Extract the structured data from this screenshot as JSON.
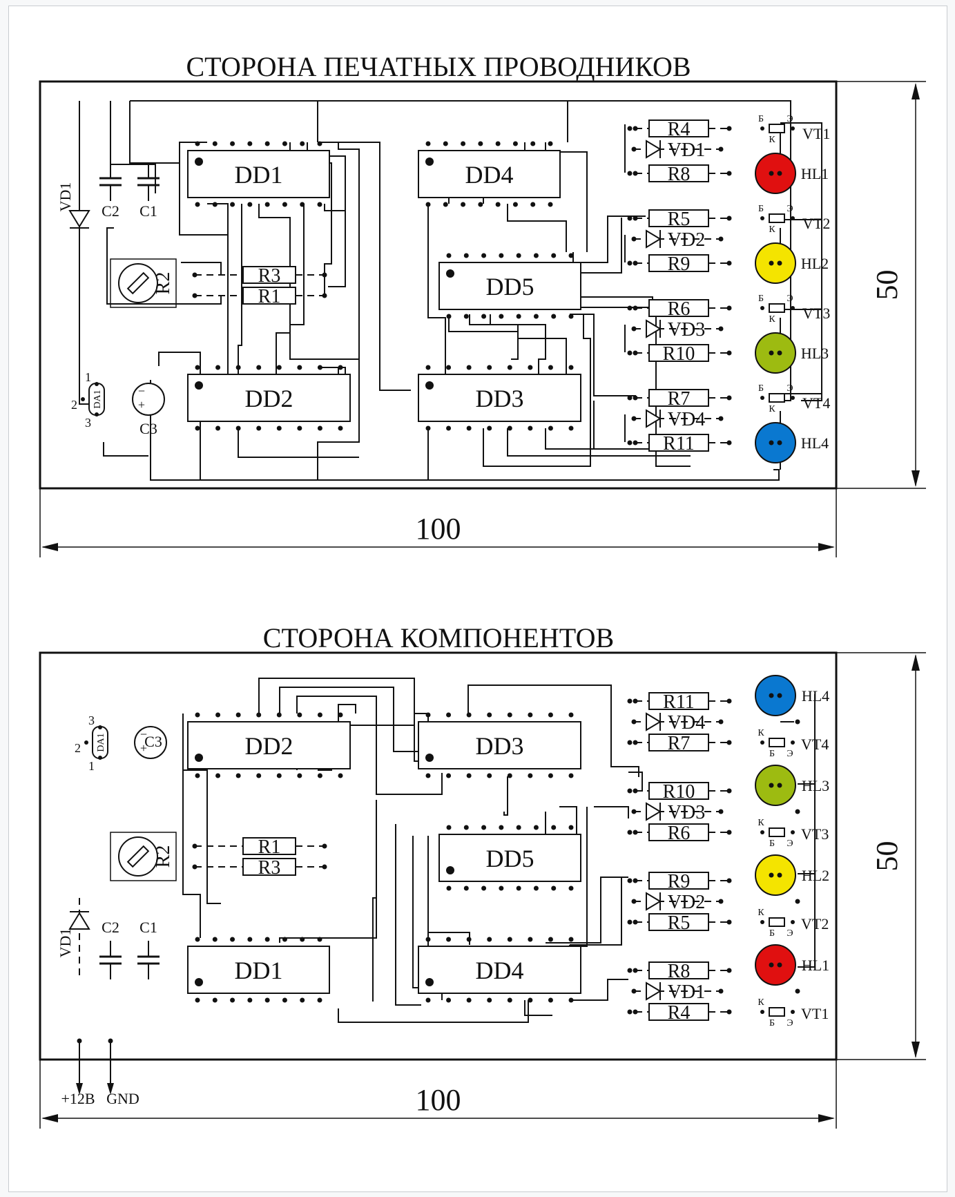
{
  "panels": [
    {
      "id": "top",
      "title": "СТОРОНА ПЕЧАТНЫХ ПРОВОДНИКОВ",
      "width_label": "100",
      "height_label": "50",
      "chips": [
        "DD1",
        "DD4",
        "DD5",
        "DD2",
        "DD3"
      ],
      "resistors_left": [
        "R3",
        "R1"
      ],
      "trimmer": "R2",
      "capacitors": [
        "C2",
        "C1",
        "C3"
      ],
      "diode_left": "VD1",
      "regulator": "DA1",
      "regulator_pins": [
        "1",
        "2",
        "3"
      ],
      "channels": [
        {
          "r_base": "R4",
          "diode": "VD1",
          "r_led": "R8",
          "transistor": "VT1",
          "led": "HL1",
          "color": "#e01010"
        },
        {
          "r_base": "R5",
          "diode": "VD2",
          "r_led": "R9",
          "transistor": "VT2",
          "led": "HL2",
          "color": "#f4e400"
        },
        {
          "r_base": "R6",
          "diode": "VD3",
          "r_led": "R10",
          "transistor": "VT3",
          "led": "HL3",
          "color": "#9dbb11"
        },
        {
          "r_base": "R7",
          "diode": "VD4",
          "r_led": "R11",
          "transistor": "VT4",
          "led": "HL4",
          "color": "#0a78d0"
        }
      ],
      "pin_letters": {
        "base": "Б",
        "collector": "К",
        "emitter": "Э"
      }
    },
    {
      "id": "bottom",
      "title": "СТОРОНА КОМПОНЕНТОВ",
      "width_label": "100",
      "height_label": "50",
      "chips": [
        "DD2",
        "DD3",
        "DD5",
        "DD1",
        "DD4"
      ],
      "resistors_left": [
        "R1",
        "R3"
      ],
      "trimmer": "R2",
      "capacitors": [
        "C2",
        "C1",
        "C3"
      ],
      "diode_left": "VD1",
      "regulator": "DA1",
      "regulator_pins": [
        "3",
        "2",
        "1"
      ],
      "channels": [
        {
          "r_base": "R11",
          "diode": "VD4",
          "r_led": "R7",
          "transistor": "VT4",
          "led": "HL4",
          "color": "#0a78d0"
        },
        {
          "r_base": "R10",
          "diode": "VD3",
          "r_led": "R6",
          "transistor": "VT3",
          "led": "HL3",
          "color": "#9dbb11"
        },
        {
          "r_base": "R9",
          "diode": "VD2",
          "r_led": "R5",
          "transistor": "VT2",
          "led": "HL2",
          "color": "#f4e400"
        },
        {
          "r_base": "R8",
          "diode": "VD1",
          "r_led": "R4",
          "transistor": "VT1",
          "led": "HL1",
          "color": "#e01010"
        }
      ],
      "pin_letters": {
        "base": "Б",
        "collector": "К",
        "emitter": "Э"
      },
      "power_labels": [
        "+12В",
        "GND"
      ]
    }
  ]
}
